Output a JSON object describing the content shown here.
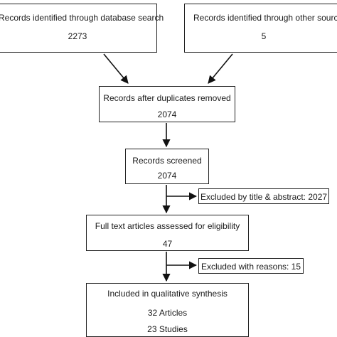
{
  "flowchart": {
    "identification": {
      "database": {
        "label": "Records identified through database search",
        "count": "2273"
      },
      "other": {
        "label": "Records identified through other sources",
        "count": "5"
      }
    },
    "duplicates_removed": {
      "label": "Records after duplicates removed",
      "count": "2074"
    },
    "screened": {
      "label": "Records screened",
      "count": "2074"
    },
    "excluded_title": {
      "label": "Excluded by title & abstract: 2027"
    },
    "full_text": {
      "label": "Full text articles assessed for eligibility",
      "count": "47"
    },
    "excluded_reasons": {
      "label": "Excluded with reasons: 15"
    },
    "included": {
      "label": "Included in qualitative synthesis",
      "articles": "32 Articles",
      "studies": "23 Studies"
    }
  }
}
